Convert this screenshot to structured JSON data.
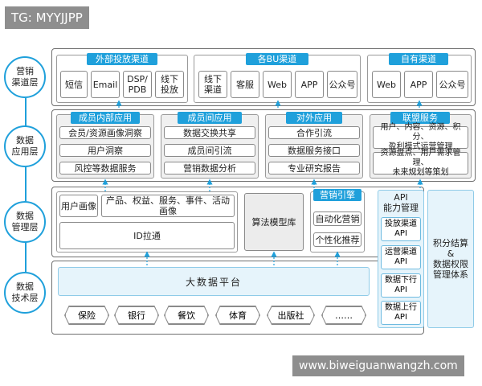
{
  "watermark_top": "TG: MYYJJPP",
  "watermark_bottom": "www.biweiguanwangzh.com",
  "layers": {
    "channel": "营销\n渠道层",
    "application": "数据\n应用层",
    "management": "数据\n管理层",
    "technology": "数据\n技术层"
  },
  "channel": {
    "external": {
      "title": "外部投放渠道",
      "items": [
        "短信",
        "Email",
        "DSP/\nPDB",
        "线下\n投放"
      ]
    },
    "bu": {
      "title": "各BU渠道",
      "items": [
        "线下\n渠道",
        "客服",
        "Web",
        "APP",
        "公众号"
      ]
    },
    "own": {
      "title": "自有渠道",
      "items": [
        "Web",
        "APP",
        "公众号"
      ]
    }
  },
  "application": {
    "internal": {
      "title": "成员内部应用",
      "items": [
        "会员/资源画像洞察",
        "用户洞察",
        "风控等数据服务"
      ]
    },
    "between": {
      "title": "成员间应用",
      "items": [
        "数据交换共享",
        "成员间引流",
        "营销数据分析"
      ]
    },
    "external": {
      "title": "对外应用",
      "items": [
        "合作引流",
        "数据服务接口",
        "专业研究报告"
      ]
    },
    "alliance": {
      "title": "联盟服务",
      "items": [
        "用户、内容、资源、积分、\n盈利模式运营管理",
        "资源盘点、用户需求管理、\n未来规划等策划"
      ]
    }
  },
  "management": {
    "user_profile": "用户画像",
    "product_profile": "产品、权益、服务、事件、活动画像",
    "id_link": "ID拉通",
    "algorithm": "算法模型库",
    "engine": {
      "title": "营销引擎",
      "items": [
        "自动化营销",
        "个性化推荐"
      ]
    }
  },
  "api": {
    "title": "API\n能力管理",
    "items": [
      "投放渠道\nAPI",
      "运营渠道\nAPI",
      "数据下行\nAPI",
      "数据上行\nAPI"
    ]
  },
  "points": "积分结算\n&\n数据权限\n管理体系",
  "technology": {
    "platform": "大数据平台",
    "sources": [
      "保险",
      "银行",
      "餐饮",
      "体育",
      "出版社",
      "……"
    ]
  }
}
